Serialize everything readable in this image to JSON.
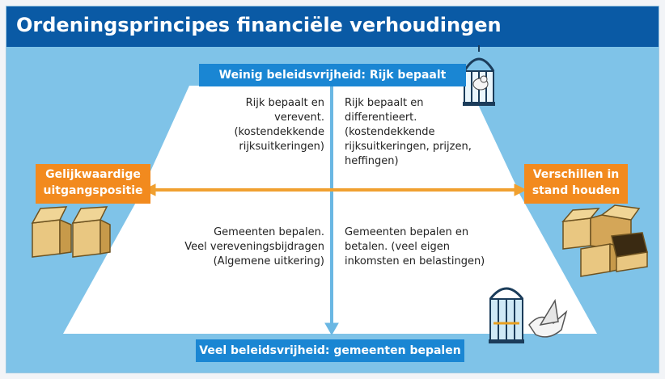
{
  "title": "Ordeningsprincipes financiële verhoudingen",
  "axis_top": "Weinig beleidsvrijheid: Rijk bepaalt",
  "axis_bottom": "Veel beleidsvrijheid: gemeenten bepalen",
  "axis_left": [
    "Gelijkwaardige",
    "uitgangspositie"
  ],
  "axis_right": [
    "Verschillen in",
    "stand houden"
  ],
  "quadrants": {
    "top_left": "Rijk bepaalt en\nverevent.\n(kostendekkende\nrijksuitkeringen)",
    "top_right": "Rijk bepaalt en\ndifferentieert.\n(kostendekkende\nrijksuitkeringen, prijzen,\nheffingen)",
    "bottom_left": "Gemeenten bepalen.\nVeel vereveningsbijdragen\n(Algemene uitkering)",
    "bottom_right": "Gemeenten bepalen en\nbetalen. (veel eigen\ninkomsten en belastingen)"
  },
  "icons": {
    "top_right": "caged-bird-icon",
    "bottom_right": "open-cage-flying-bird-icon",
    "left": "two-equal-boxes-icon",
    "right": "stacked-different-boxes-icon"
  },
  "colors": {
    "background": "#7fc3e8",
    "title_bar": "#0a5aa5",
    "axis_band": "#1a86d3",
    "side_box": "#f28a1e",
    "arrow_vertical": "#6ab7e3",
    "arrow_horizontal": "#f0a030"
  }
}
